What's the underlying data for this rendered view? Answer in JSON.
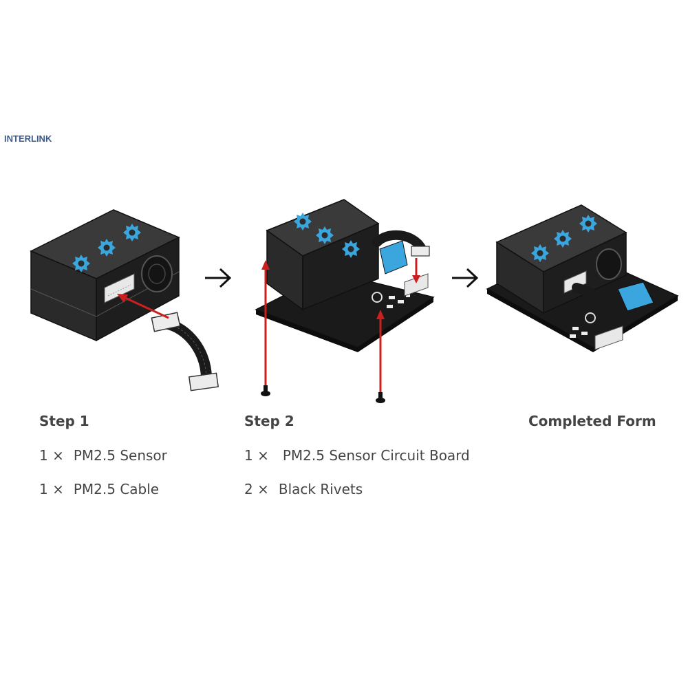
{
  "brand": {
    "text": "INTERLINK",
    "color": "#3a5a8c"
  },
  "colors": {
    "body": "#2b2b2b",
    "body_top": "#3a3a3a",
    "body_side": "#1c1c1c",
    "accent": "#3aa6dd",
    "arrow_red": "#cc1f1f",
    "text": "#444444"
  },
  "steps": [
    {
      "title": "Step 1",
      "items": [
        {
          "qty": "1 ×",
          "name": "PM2.5 Sensor"
        },
        {
          "qty": "1 ×",
          "name": "PM2.5 Cable"
        }
      ]
    },
    {
      "title": "Step 2",
      "items": [
        {
          "qty": "1 ×",
          "name": "PM2.5 Sensor Circuit Board"
        },
        {
          "qty": "2 ×",
          "name": "Black Rivets"
        }
      ]
    },
    {
      "title": "Completed Form",
      "items": []
    }
  ],
  "connector_icons": [
    "arrow-right-icon",
    "arrow-right-icon"
  ]
}
